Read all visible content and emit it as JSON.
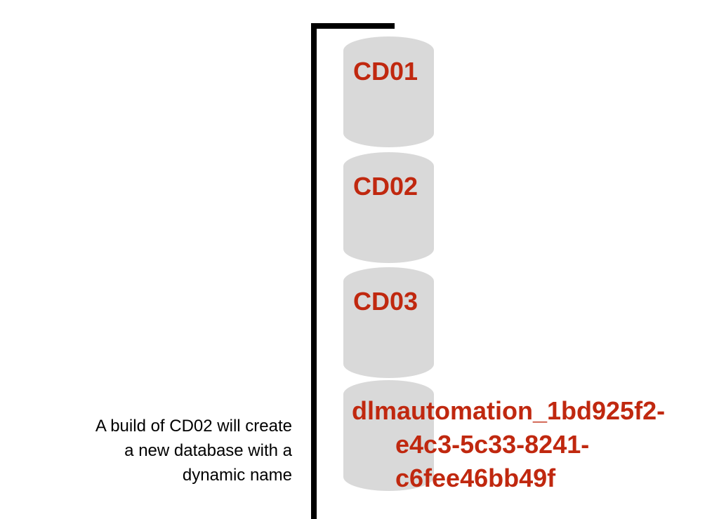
{
  "colors": {
    "bracket": "#000000",
    "database_fill": "#d9d9d9",
    "database_label": "#c0280f",
    "note_text": "#000000"
  },
  "databases": [
    {
      "name": "CD01",
      "icon": "database-cylinder-icon"
    },
    {
      "name": "CD02",
      "icon": "database-cylinder-icon"
    },
    {
      "name": "CD03",
      "icon": "database-cylinder-icon"
    },
    {
      "name_lines": [
        "dlmautomation_1bd925f2-",
        "e4c3-5c33-8241-",
        "c6fee46bb49f"
      ],
      "icon": "database-cylinder-icon"
    }
  ],
  "note": {
    "lines": [
      "A build of CD02 will create",
      "a new database with a",
      "dynamic name"
    ]
  }
}
